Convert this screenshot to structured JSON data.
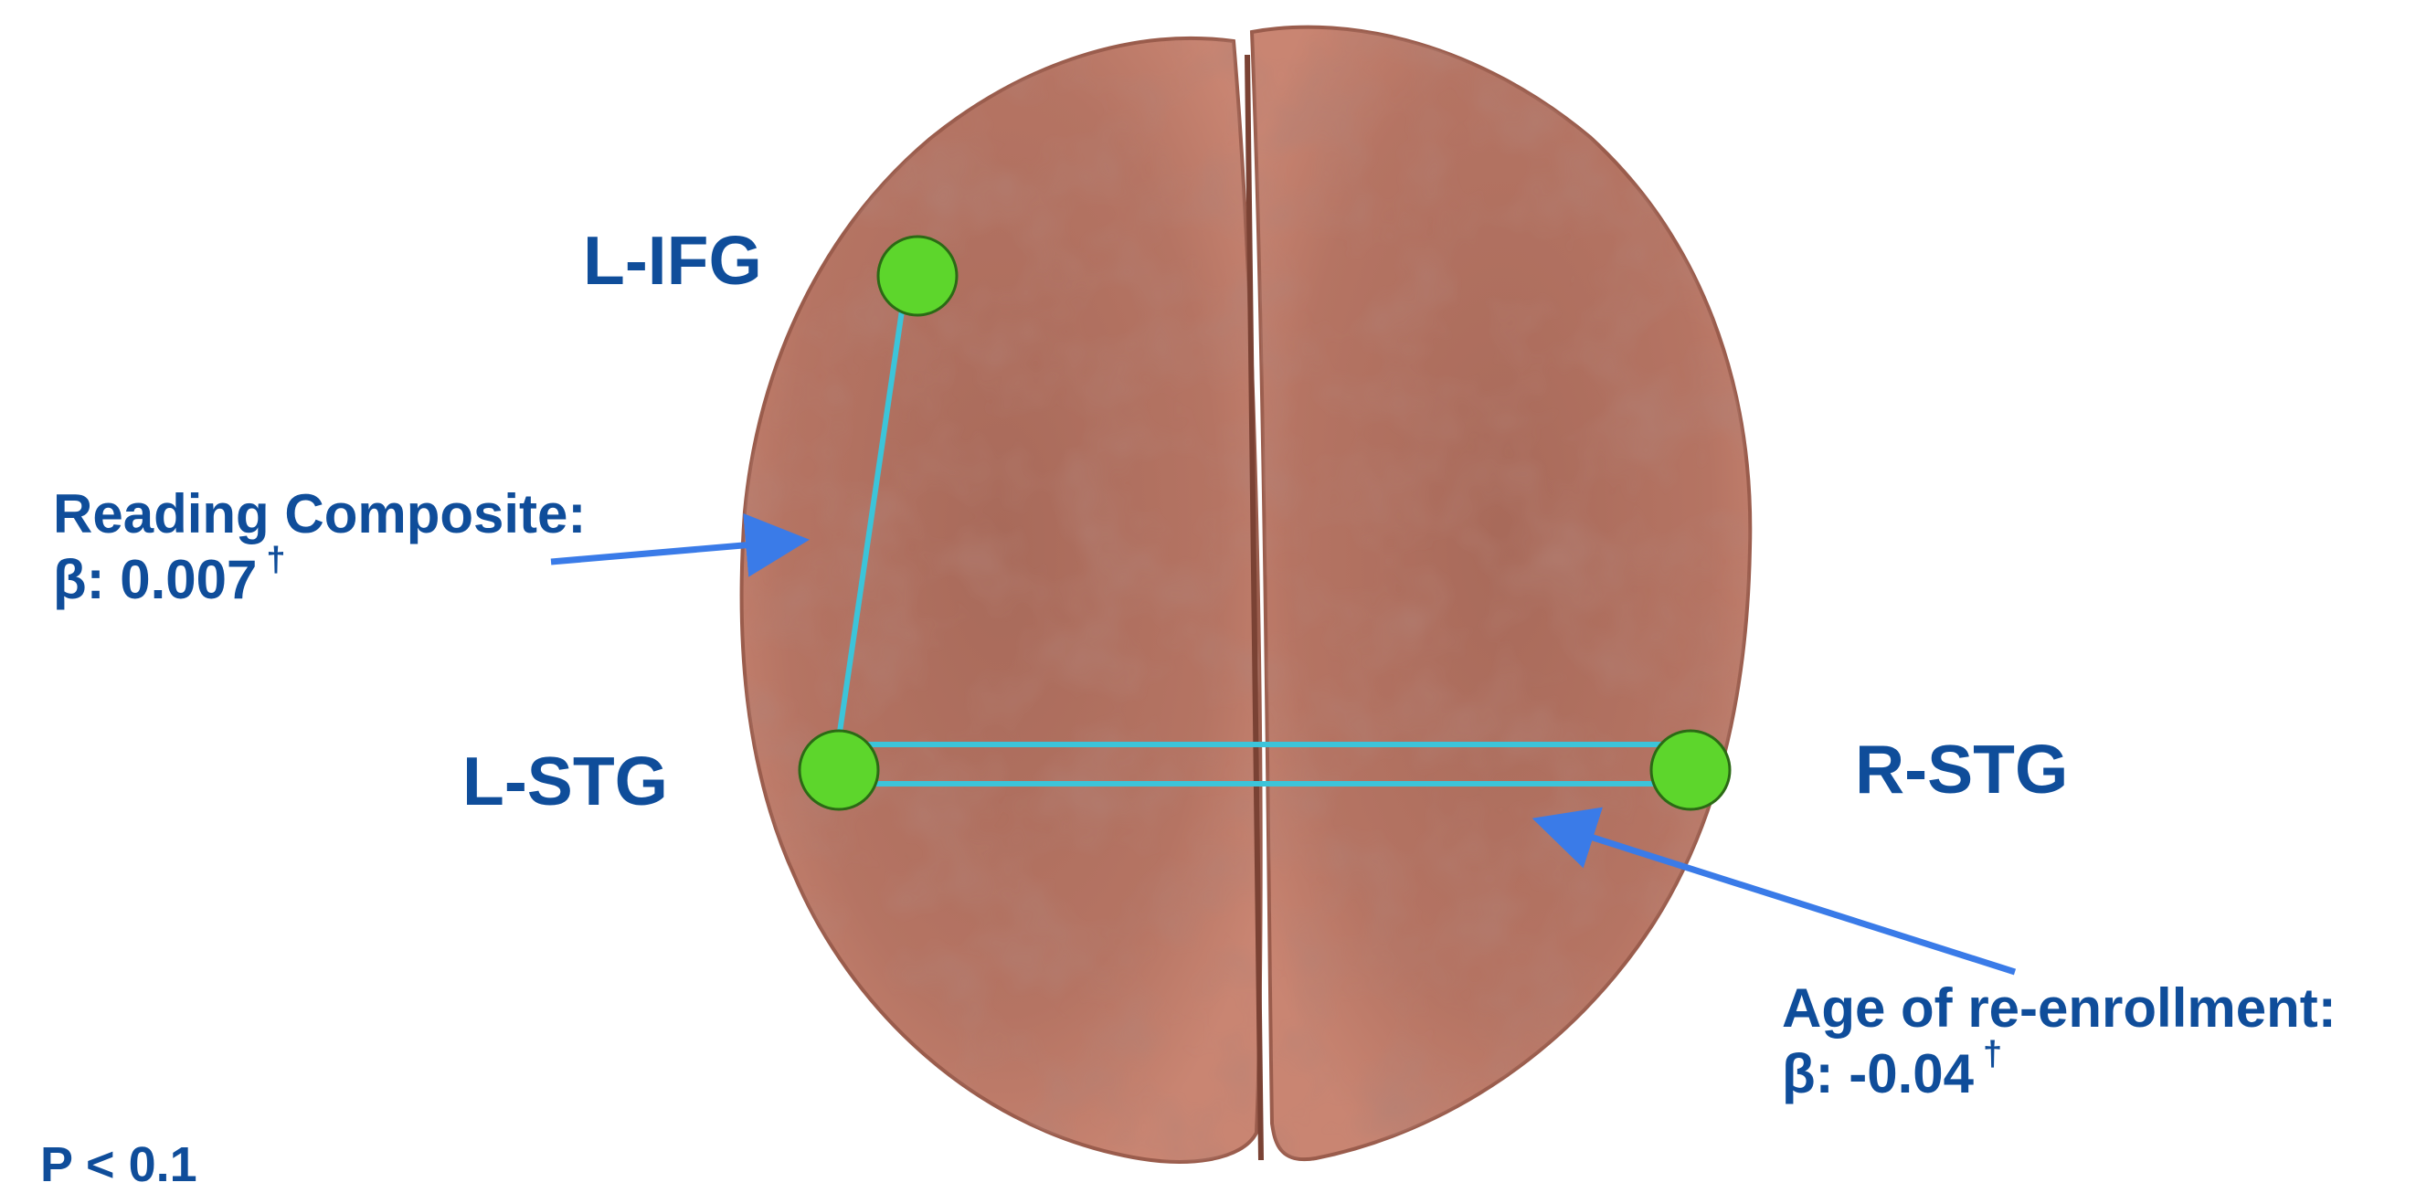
{
  "regions": {
    "l_ifg": "L-IFG",
    "l_stg": "L-STG",
    "r_stg": "R-STG"
  },
  "annotations": {
    "reading": {
      "title": "Reading Composite:",
      "beta": "β: 0.007",
      "mark": "†"
    },
    "age": {
      "title": "Age of re-enrollment:",
      "beta": "β: -0.04",
      "mark": "†"
    }
  },
  "footnote": "P < 0.1",
  "colors": {
    "label": "#0f4d9a",
    "node": "#5dd62c",
    "connection": "#3cc4d9",
    "arrow": "#3a7be8",
    "brain": "#b0705f"
  }
}
